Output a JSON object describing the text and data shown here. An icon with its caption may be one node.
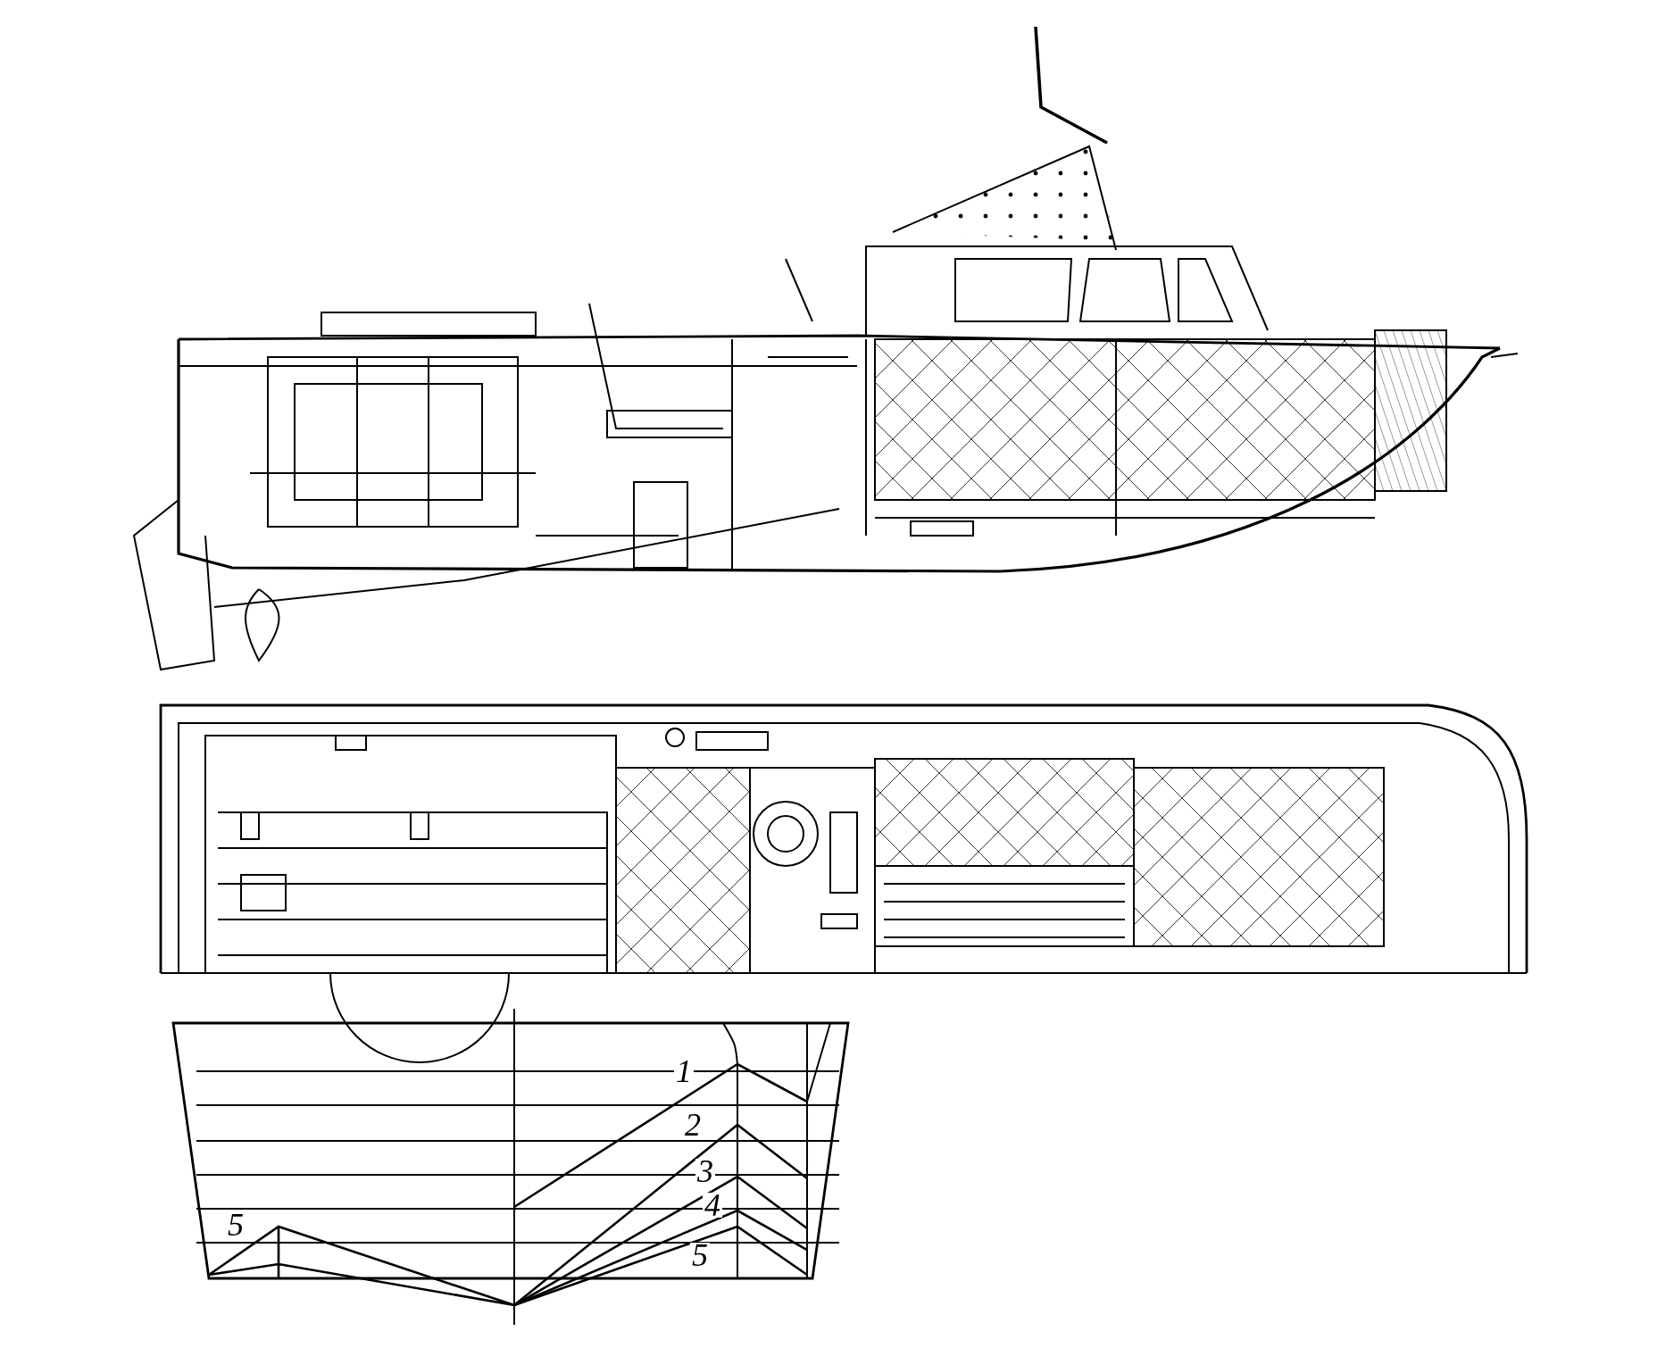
{
  "diagram": {
    "labels": [
      "1",
      "2",
      "3",
      "4",
      "5",
      "5"
    ]
  }
}
